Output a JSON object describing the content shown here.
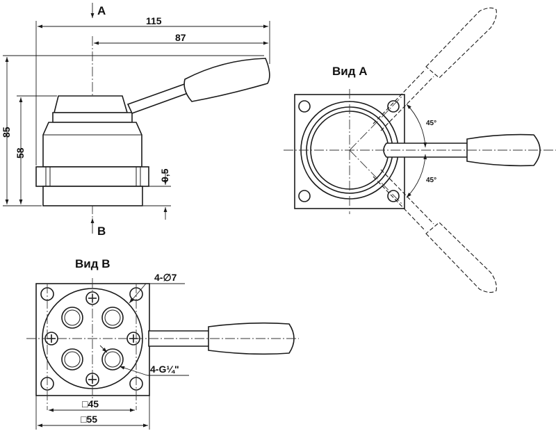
{
  "views": {
    "front": {
      "arrow_a": "A",
      "arrow_b": "B"
    },
    "view_a": {
      "title": "Вид А",
      "angle_upper": "45°",
      "angle_lower": "45°"
    },
    "view_b": {
      "title": "Вид В",
      "holes": "4-∅7",
      "ports": "4-G¼\""
    }
  },
  "dimensions": {
    "total_width": "115",
    "handle_reach": "87",
    "total_height": "85",
    "body_height": "58",
    "base_height": "9,5",
    "bolt_square": "□45",
    "flange_square": "□55"
  }
}
